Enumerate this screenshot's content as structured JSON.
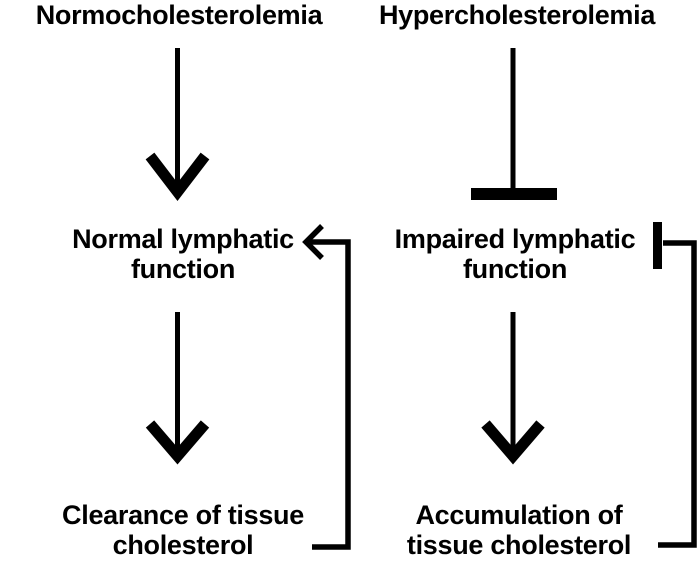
{
  "diagram": {
    "background_color": "#ffffff",
    "ink_color": "#000000",
    "nodes": {
      "normocholesterolemia": "Normocholesterolemia",
      "hypercholesterolemia": "Hypercholesterolemia",
      "normal_lymphatic_line1": "Normal lymphatic",
      "normal_lymphatic_line2": "function",
      "impaired_lymphatic_line1": "Impaired lymphatic",
      "impaired_lymphatic_line2": "function",
      "clearance_line1": "Clearance of tissue",
      "clearance_line2": "cholesterol",
      "accumulation_line1": "Accumulation of",
      "accumulation_line2": "tissue cholesterol"
    },
    "edges": [
      {
        "from": "Normocholesterolemia",
        "to": "Normal lymphatic function",
        "type": "activation-arrow"
      },
      {
        "from": "Hypercholesterolemia",
        "to": "Impaired lymphatic function",
        "type": "inhibition-bar"
      },
      {
        "from": "Normal lymphatic function",
        "to": "Clearance of tissue cholesterol",
        "type": "activation-arrow"
      },
      {
        "from": "Impaired lymphatic function",
        "to": "Accumulation of tissue cholesterol",
        "type": "activation-arrow"
      },
      {
        "from": "Clearance of tissue cholesterol",
        "to": "Normal lymphatic function",
        "type": "feedback-activation-arrow"
      },
      {
        "from": "Accumulation of tissue cholesterol",
        "to": "Impaired lymphatic function",
        "type": "feedback-inhibition-bar"
      }
    ]
  }
}
